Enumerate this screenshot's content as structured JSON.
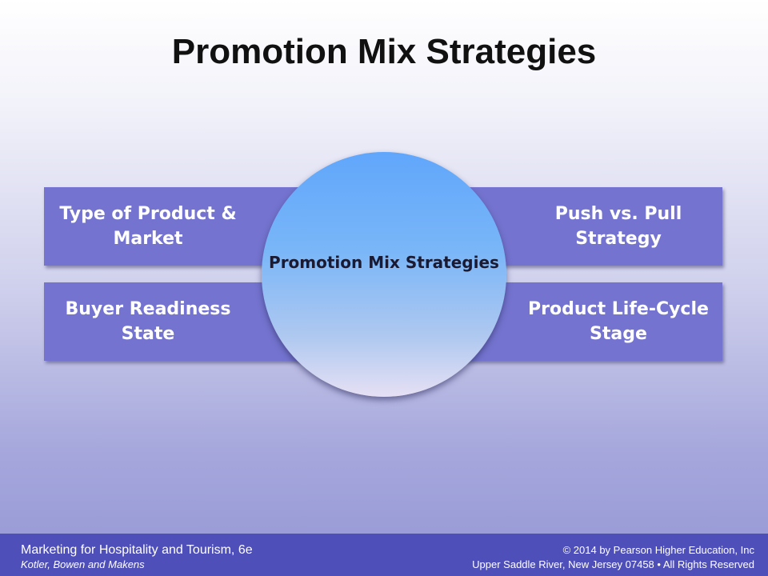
{
  "slide": {
    "title": "Promotion Mix Strategies"
  },
  "diagram": {
    "center": "Promotion Mix Strategies",
    "factors": {
      "top_left": "Type of Product & Market",
      "top_right": "Push vs. Pull Strategy",
      "bottom_left": "Buyer Readiness State",
      "bottom_right": "Product Life-Cycle Stage"
    }
  },
  "footer": {
    "book_title": "Marketing for Hospitality and Tourism, 6e",
    "authors": "Kotler, Bowen and Makens",
    "copyright": "© 2014 by Pearson Higher Education, Inc",
    "address": "Upper Saddle River, New Jersey 07458 • All Rights Reserved"
  },
  "colors": {
    "box_fill": "#7474d0",
    "footer_bar": "#4e4fb8",
    "circle_top": "#60a6fb",
    "circle_bottom": "#e6e0f4"
  }
}
